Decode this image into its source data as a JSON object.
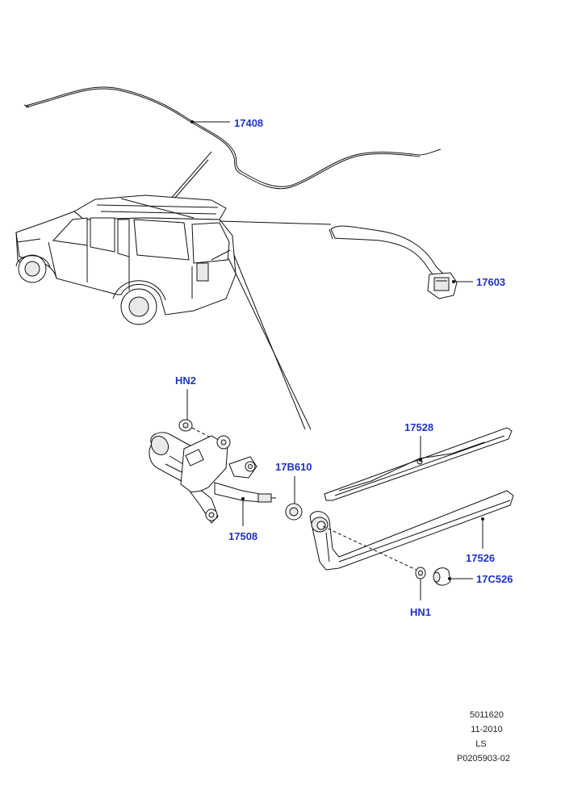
{
  "labels": {
    "washer_hose": "17408",
    "connector": "17603",
    "nut_hn2": "HN2",
    "motor": "17508",
    "seal": "17B610",
    "blade": "17528",
    "arm": "17526",
    "cap": "17C526",
    "nut_hn1": "HN1"
  },
  "meta": {
    "doc_number": "5011620",
    "date": "11-2010",
    "code": "LS",
    "plate": "P0205903-02"
  },
  "colors": {
    "label": "#1f33c9",
    "line": "#111111"
  }
}
